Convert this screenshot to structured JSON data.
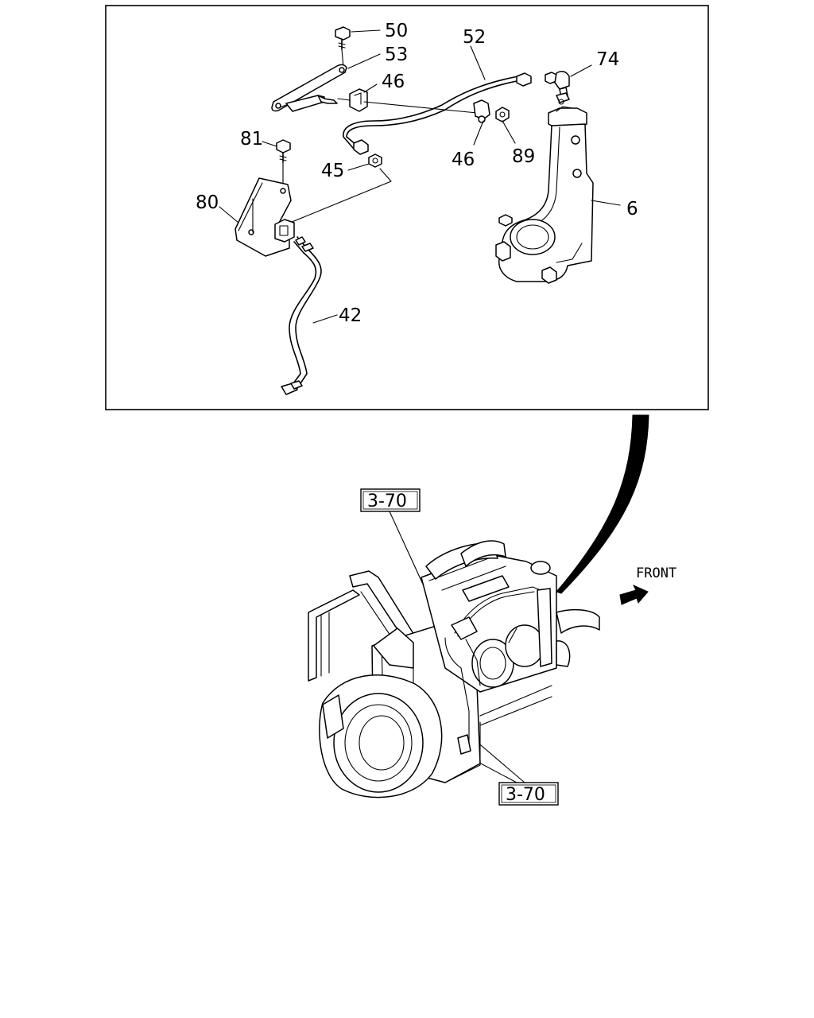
{
  "callouts": [
    {
      "id": "p50",
      "label": "50"
    },
    {
      "id": "p53",
      "label": "53"
    },
    {
      "id": "p52",
      "label": "52"
    },
    {
      "id": "p74",
      "label": "74"
    },
    {
      "id": "p46a",
      "label": "46"
    },
    {
      "id": "p46b",
      "label": "46"
    },
    {
      "id": "p89",
      "label": "89"
    },
    {
      "id": "p81",
      "label": "81"
    },
    {
      "id": "p45",
      "label": "45"
    },
    {
      "id": "p80",
      "label": "80"
    },
    {
      "id": "p6",
      "label": "6"
    },
    {
      "id": "p42",
      "label": "42"
    }
  ],
  "reference_boxes": [
    {
      "id": "ref-top",
      "label": "3-70"
    },
    {
      "id": "ref-bottom",
      "label": "3-70"
    }
  ],
  "direction_label": "FRONT"
}
